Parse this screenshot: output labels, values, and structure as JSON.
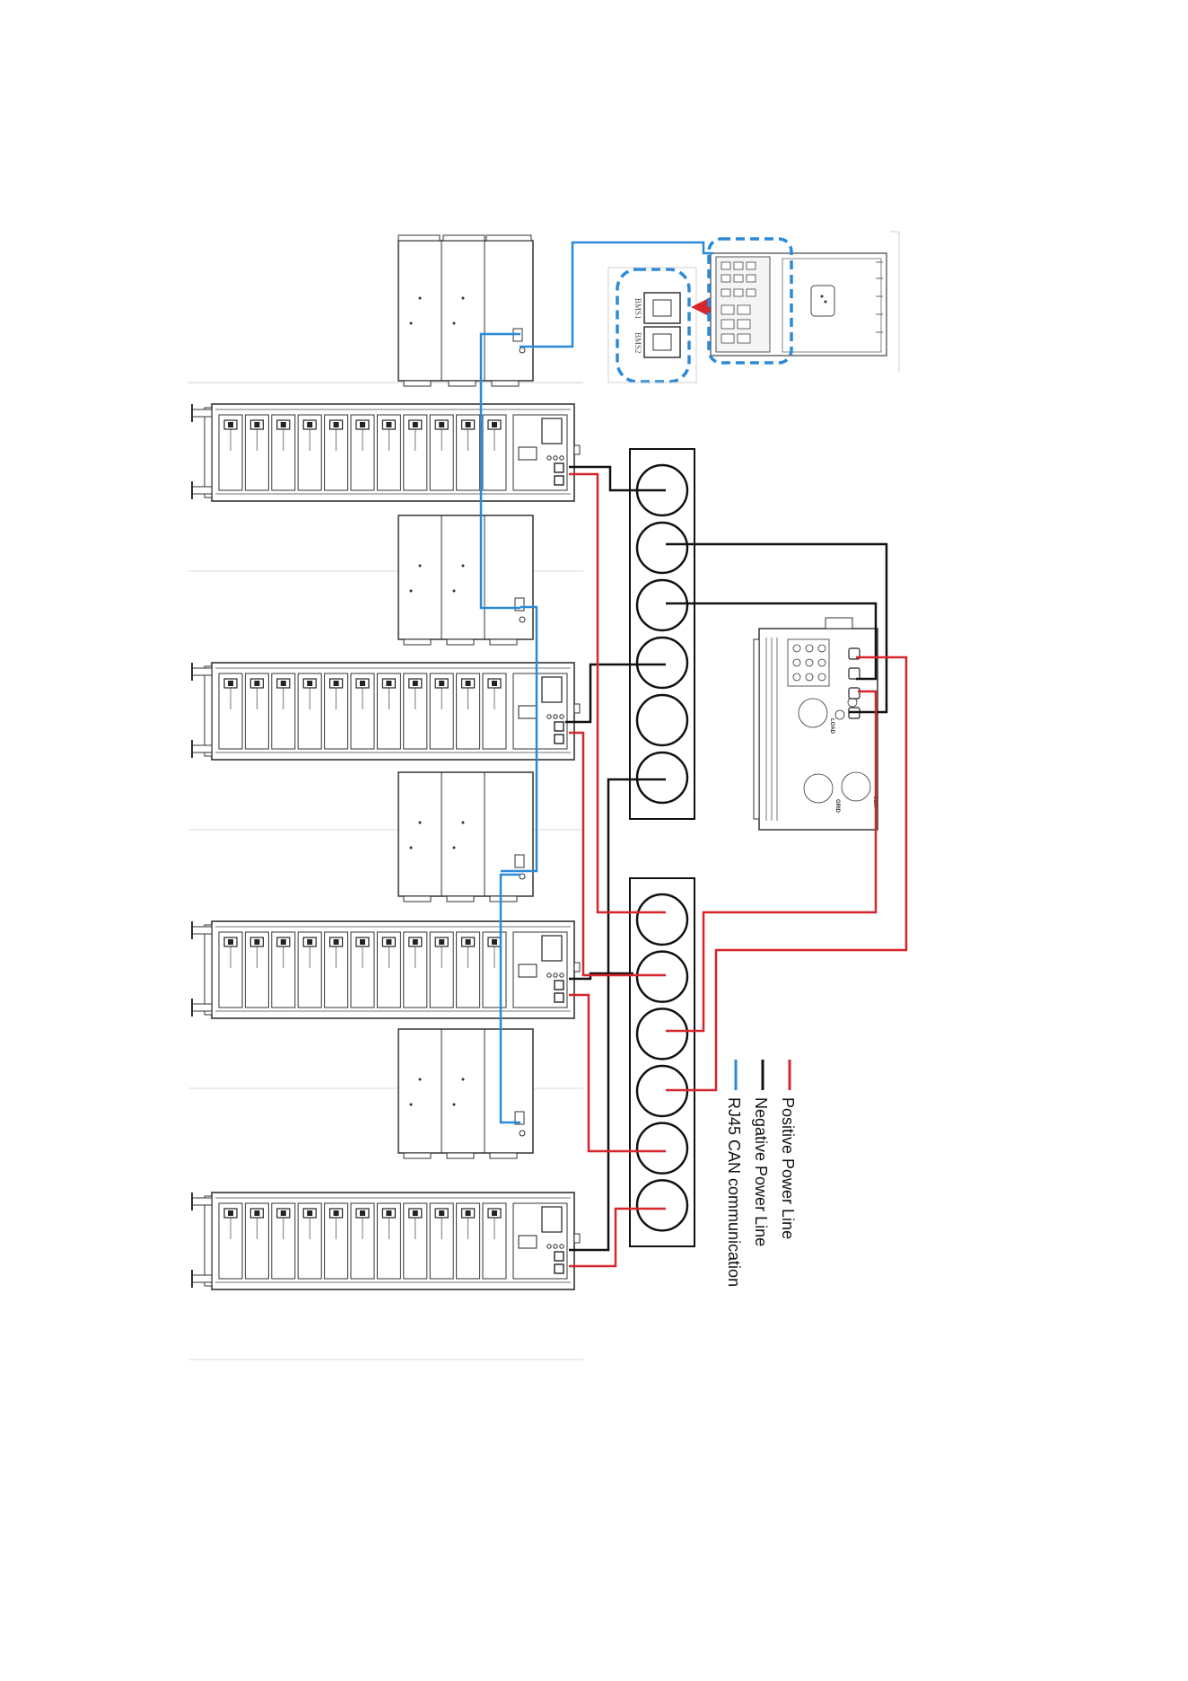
{
  "colors": {
    "positive": "#d6262b",
    "negative": "#111111",
    "can": "#2b8ad8",
    "dashed": "#2b8ad8",
    "outline": "#222222"
  },
  "ports": {
    "bms1": "BMS1",
    "bms2": "BMS2"
  },
  "inverter": {
    "load": "LOAD",
    "gen": "GEN",
    "grid": "GRID"
  },
  "legend": {
    "positive": "Positive Power Line",
    "negative": "Negative Power Line",
    "can": "RJ45 CAN communication"
  }
}
